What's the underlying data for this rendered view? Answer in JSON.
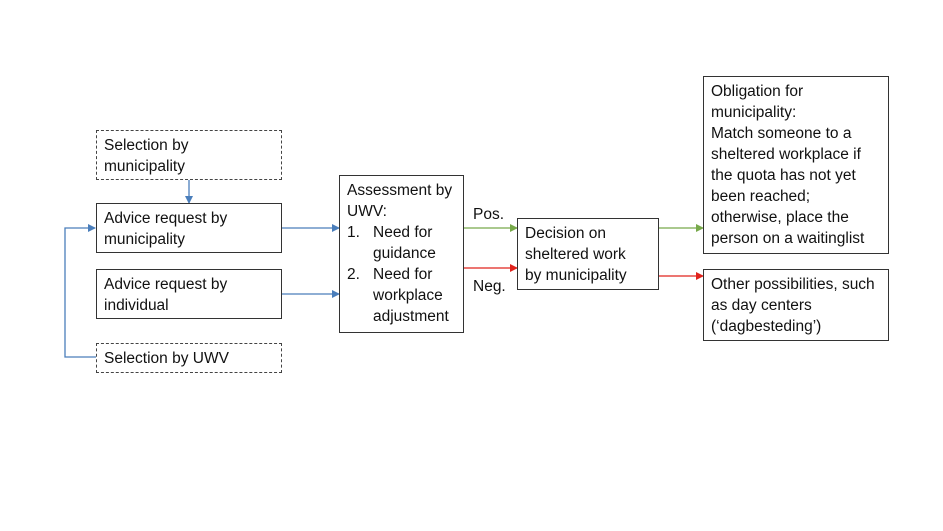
{
  "nodes": {
    "selection_municipality": [
      "Selection by",
      "municipality"
    ],
    "advice_municipality": [
      "Advice request by",
      "municipality"
    ],
    "advice_individual": [
      "Advice request by",
      "individual"
    ],
    "selection_uwv": [
      "Selection by UWV"
    ],
    "assessment": {
      "title": [
        "Assessment by",
        "UWV:"
      ],
      "items": [
        {
          "num": "1.",
          "lines": [
            "Need for",
            "guidance"
          ]
        },
        {
          "num": "2.",
          "lines": [
            "Need for",
            "workplace",
            "adjustment"
          ]
        }
      ]
    },
    "decision": [
      "Decision on",
      "sheltered work",
      "by municipality"
    ],
    "obligation": [
      "Obligation for",
      "municipality:",
      "Match someone to a",
      "sheltered workplace if",
      "the quota has not yet",
      "been reached;",
      "otherwise, place the",
      "person on a waitinglist"
    ],
    "other": [
      "Other possibilities, such",
      "as day centers",
      "(‘dagbesteding’)"
    ]
  },
  "edge_labels": {
    "positive": "Pos.",
    "negative": "Neg."
  },
  "colors": {
    "blue_arrow": "#4a7ebb",
    "green_arrow": "#77a94a",
    "red_arrow": "#e0231c"
  }
}
